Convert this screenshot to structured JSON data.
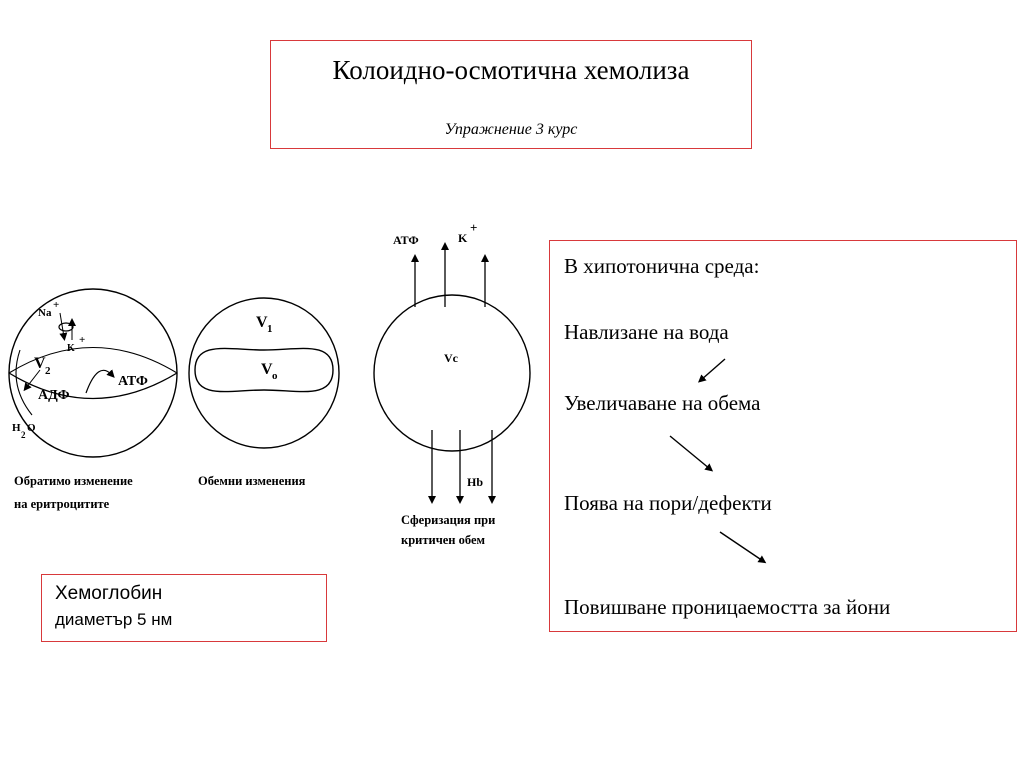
{
  "slide": {
    "title": "Колоидно-осмотична хемолиза",
    "subtitle": "Упражнение 3 курс"
  },
  "hemoglobin_note": {
    "title": "Хемоглобин",
    "diameter": "диаметър 5 нм"
  },
  "process_steps": {
    "intro": "В хипотонична среда:",
    "items": [
      "Навлизане на вода",
      "Увеличаване на обема",
      "Поява на пори/дефекти",
      "Повишване проницаемостта за йони"
    ]
  },
  "diagram": {
    "cell1": {
      "na": "Na",
      "plus": "+",
      "k": "K",
      "v": "V",
      "v_sub": "2",
      "atp": "АТФ",
      "adp": "АДФ",
      "h2o_h": "H",
      "h2o_sub": "2",
      "h2o_o": "O",
      "caption_line1": "Обратимо изменение",
      "caption_line2": "на еритроцитите"
    },
    "cell2": {
      "v1": "V",
      "v1_sub": "1",
      "v0": "V",
      "v0_sub": "o",
      "caption": "Обемни изменения"
    },
    "cell3": {
      "atp": "АТФ",
      "k": "K",
      "plus": "+",
      "vc": "Vc",
      "hb": "Hb",
      "caption_line1": "Сферизация при",
      "caption_line2": "критичен обем"
    },
    "colors": {
      "border": "#d8393b",
      "ink": "#000000"
    }
  }
}
